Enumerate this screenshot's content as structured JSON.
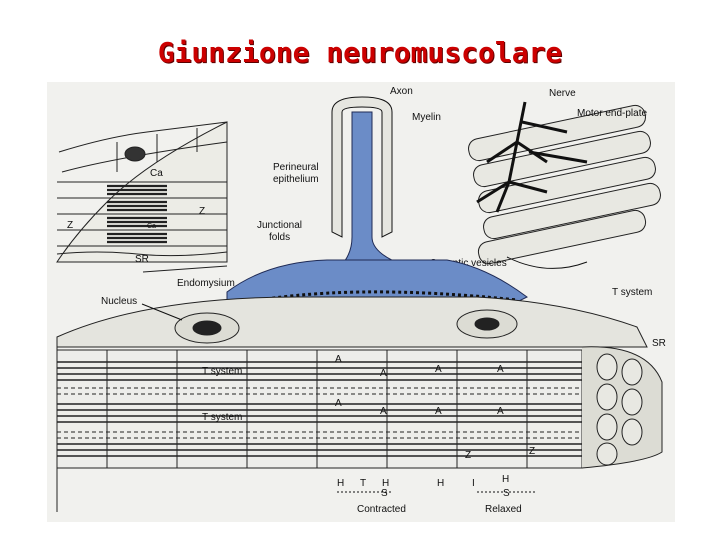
{
  "slide": {
    "title": "Giunzione neuromuscolare"
  },
  "colors": {
    "title": "#cc0000",
    "axon": "#6b8cc7",
    "line": "#111111",
    "background": "#f1f1ee"
  },
  "labels": {
    "axon": "Axon",
    "myelin": "Myelin",
    "nerve": "Nerve",
    "motor_end_plate": "Motor end-plate",
    "perineural": "Perineural",
    "epithelium": "epithelium",
    "junctional": "Junctional",
    "folds": "folds",
    "synaptic_vesicles": "Synaptic vesicles",
    "endomysium": "Endomysium",
    "nucleus": "Nucleus",
    "t_system": "T system",
    "sr": "SR",
    "ca": "Ca",
    "z": "Z",
    "a": "A",
    "h": "H",
    "i": "I",
    "t": "T",
    "s": "S",
    "contracted": "Contracted",
    "relaxed": "Relaxed"
  }
}
